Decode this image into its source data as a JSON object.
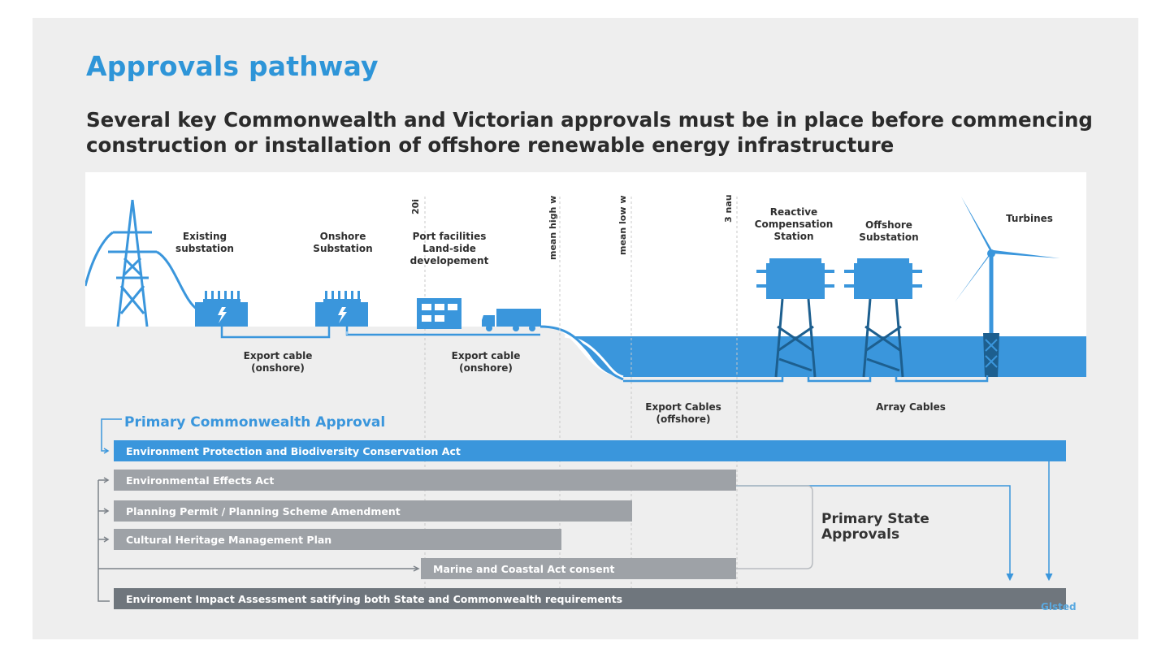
{
  "title": "Approvals pathway",
  "subtitle": "Several key Commonwealth and Victorian approvals must be in place before commencing construction or installation of offshore renewable energy infrastructure",
  "colors": {
    "accent": "#2e95d8",
    "sea": "#3a96dc",
    "bar_blue": "#3a96dc",
    "bar_grey": "#9ea2a7",
    "bar_dark": "#6f767d"
  },
  "diagram": {
    "labels": {
      "existing_substation": "Existing substation",
      "onshore_substation": "Onshore Substation",
      "port_facilities": "Port facilities Land-side developement",
      "reactive_station": "Reactive Compensation Station",
      "offshore_substation": "Offshore Substation",
      "turbines": "Turbines",
      "export_cable_1": "Export cable (onshore)",
      "export_cable_2": "Export cable (onshore)",
      "export_cables_offshore": "Export Cables (offshore)",
      "array_cables": "Array Cables"
    },
    "vertical_markers": {
      "m1": "20i",
      "m2": "mean high w",
      "m3": "mean low w",
      "m4": "3 nau"
    },
    "icons": [
      "transmission-tower-icon",
      "substation-icon",
      "building-icon",
      "truck-icon",
      "platform-icon",
      "wind-turbine-icon"
    ]
  },
  "approvals": {
    "commonwealth_heading": "Primary Commonwealth Approval",
    "state_heading": "Primary State Approvals",
    "bars": {
      "epbc": "Environment Protection and Biodiversity Conservation Act",
      "ee_act": "Environmental Effects Act",
      "planning": "Planning Permit / Planning Scheme Amendment",
      "heritage": "Cultural Heritage Management Plan",
      "marine": "Marine and  Coastal Act consent",
      "eia": "Enviroment Impact Assessment satifying both State and Commonwealth  requirements"
    },
    "watermark": "Glsted"
  }
}
